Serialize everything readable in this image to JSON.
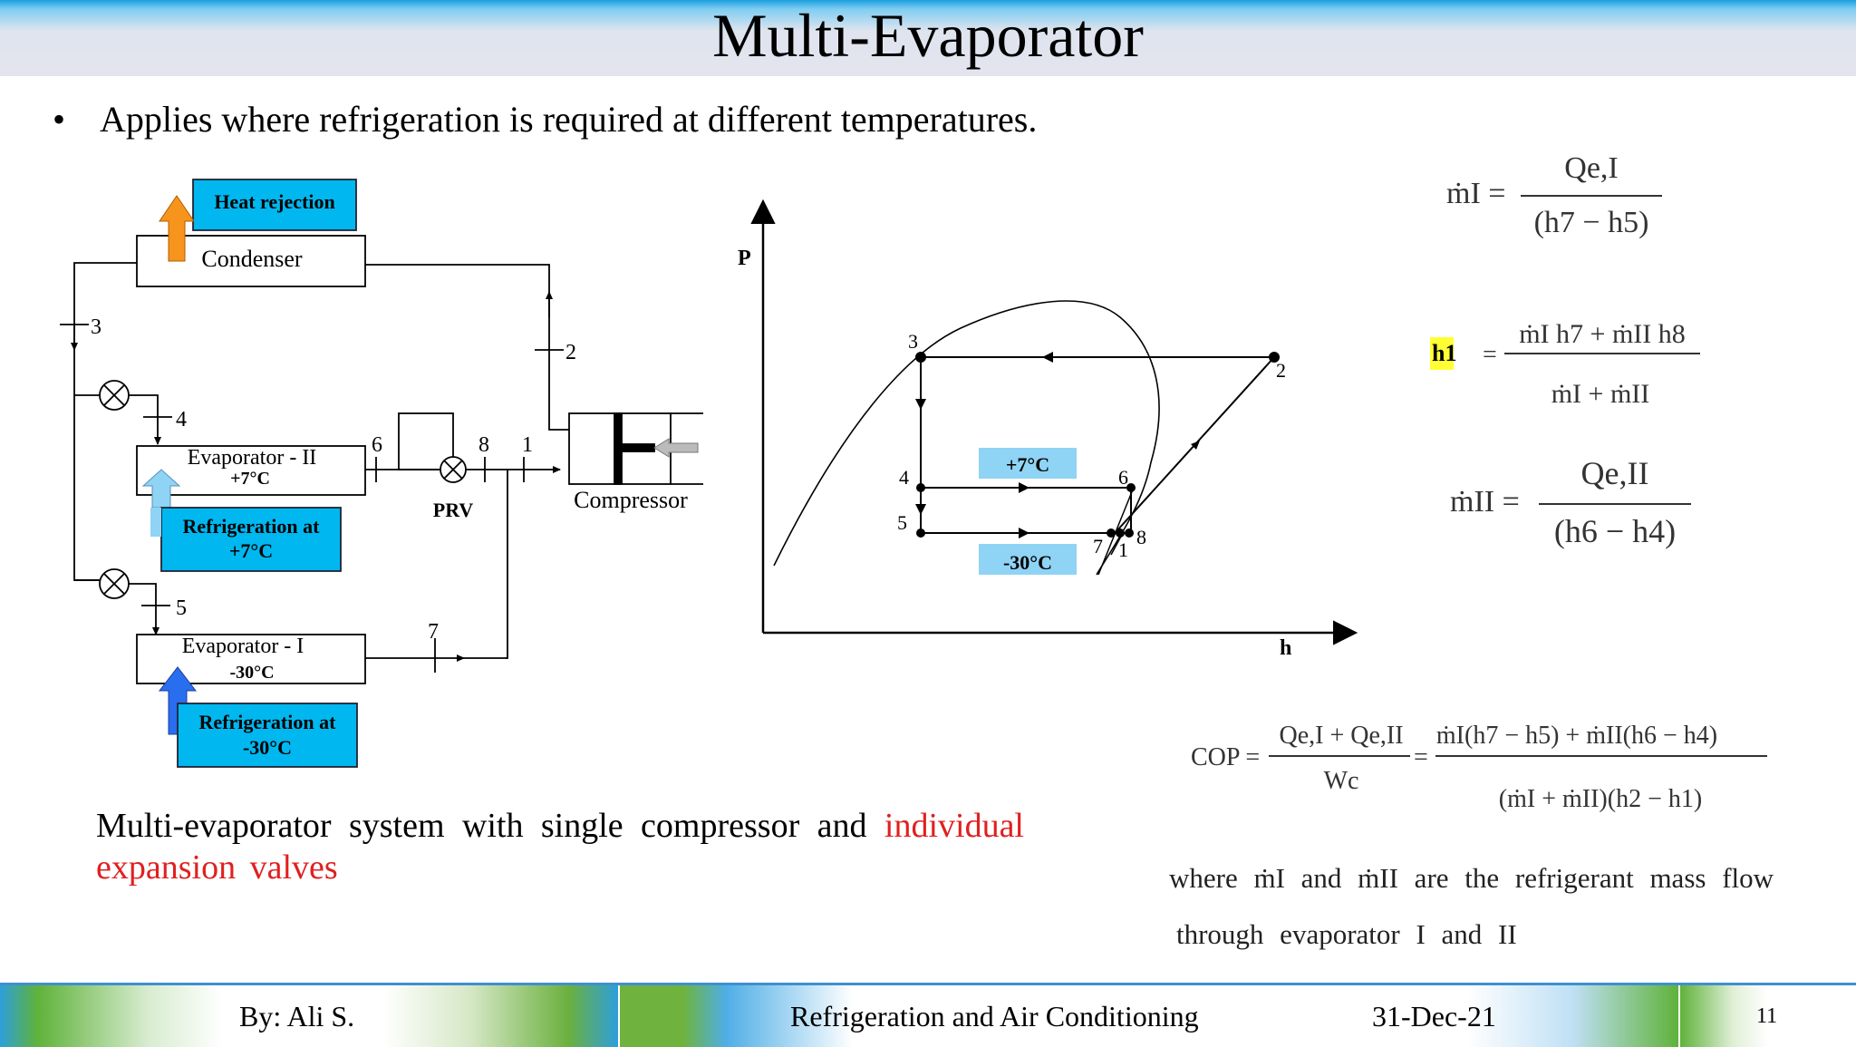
{
  "slide": {
    "title": "Multi-Evaporator",
    "bullet": "Applies where refrigeration is required at different temperatures.",
    "caption": {
      "part1": "Multi-evaporator system with single compressor and ",
      "part2": "individual expansion valves"
    },
    "where_line1": "where ṁI and ṁII are the refrigerant mass flow",
    "where_line2": "through evaporator I and II"
  },
  "schematic": {
    "heat_rejection": "Heat rejection",
    "condenser": "Condenser",
    "evap2": "Evaporator - II",
    "evap2_temp": "+7°C",
    "refrig2_line1": "Refrigeration at",
    "refrig2_line2": "+7°C",
    "evap1": "Evaporator - I",
    "evap1_temp": "-30°C",
    "refrig1_line1": "Refrigeration at",
    "refrig1_line2": "-30°C",
    "prv": "PRV",
    "compressor": "Compressor",
    "states": [
      "1",
      "2",
      "3",
      "4",
      "5",
      "6",
      "7",
      "8"
    ]
  },
  "ph_diagram": {
    "y_axis": "P",
    "x_axis": "h",
    "high_temp_label": "+7°C",
    "low_temp_label": "-30°C",
    "points": [
      "1",
      "2",
      "3",
      "4",
      "5",
      "6",
      "7",
      "8"
    ]
  },
  "equations": {
    "m1_lhs": "ṁI =",
    "m1_num": "Qe,I",
    "m1_den": "(h7 − h5)",
    "h1_lhs": "h1",
    "h1_num": "ṁI h7 + ṁII h8",
    "h1_den": "ṁI + ṁII",
    "m2_lhs": "ṁII =",
    "m2_num": "Qe,II",
    "m2_den": "(h6 − h4)",
    "cop_lhs": "COP =",
    "cop_num1": "Qe,I + Qe,II",
    "cop_den1": "Wc",
    "cop_num2": "ṁI(h7 − h5) + ṁII(h6 − h4)",
    "cop_den2": "(ṁI + ṁII)(h2 − h1)"
  },
  "footer": {
    "author": "By: Ali S.",
    "course": "Refrigeration and Air Conditioning",
    "date": "31-Dec-21",
    "page": "11"
  },
  "colors": {
    "cyan_box": "#00b7ef",
    "light_blue_box": "#8fd3f5",
    "orange_arrow": "#f7941d",
    "blue_arrow": "#2a6ef0",
    "highlight": "#ffff33",
    "red_text": "#e02020"
  }
}
